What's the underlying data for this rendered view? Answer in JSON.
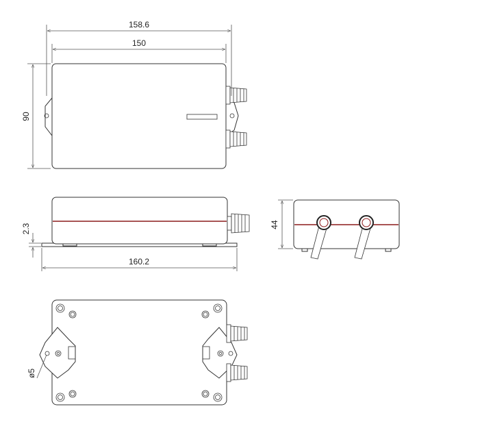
{
  "dimensions": {
    "overall_length_with_flanges": "158.6",
    "body_length": "150",
    "body_height_top_view": "90",
    "base_plate_thickness": "2.3",
    "base_plate_length": "160.2",
    "end_view_height": "44",
    "hole_diameter": "ø5"
  },
  "colors": {
    "outline": "#333333",
    "seam": "#8b1a1a",
    "dimension": "#555555"
  }
}
